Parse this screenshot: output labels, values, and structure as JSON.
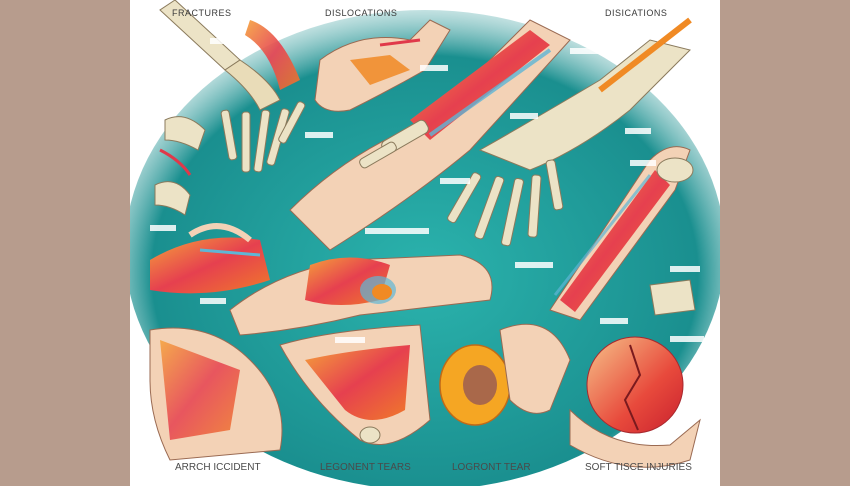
{
  "titles": {
    "top_left": "FRACTURES",
    "top_center": "DISLOCATIONS",
    "top_right": "DISICATIONS"
  },
  "captions": {
    "bottom_1": "ARRCH ICCIDENT",
    "bottom_2": "LEGONENT TEARS",
    "bottom_3": "LOGRONT TEAR",
    "bottom_4": "SOFT TISCE INJURIES"
  },
  "colors": {
    "teal": "#1e9a98",
    "bone": "#e9dcb8",
    "muscle_red": "#e0394a",
    "muscle_orange": "#f08a24",
    "skin": "#f3d2b6",
    "border_mauve": "#b79c8d"
  }
}
